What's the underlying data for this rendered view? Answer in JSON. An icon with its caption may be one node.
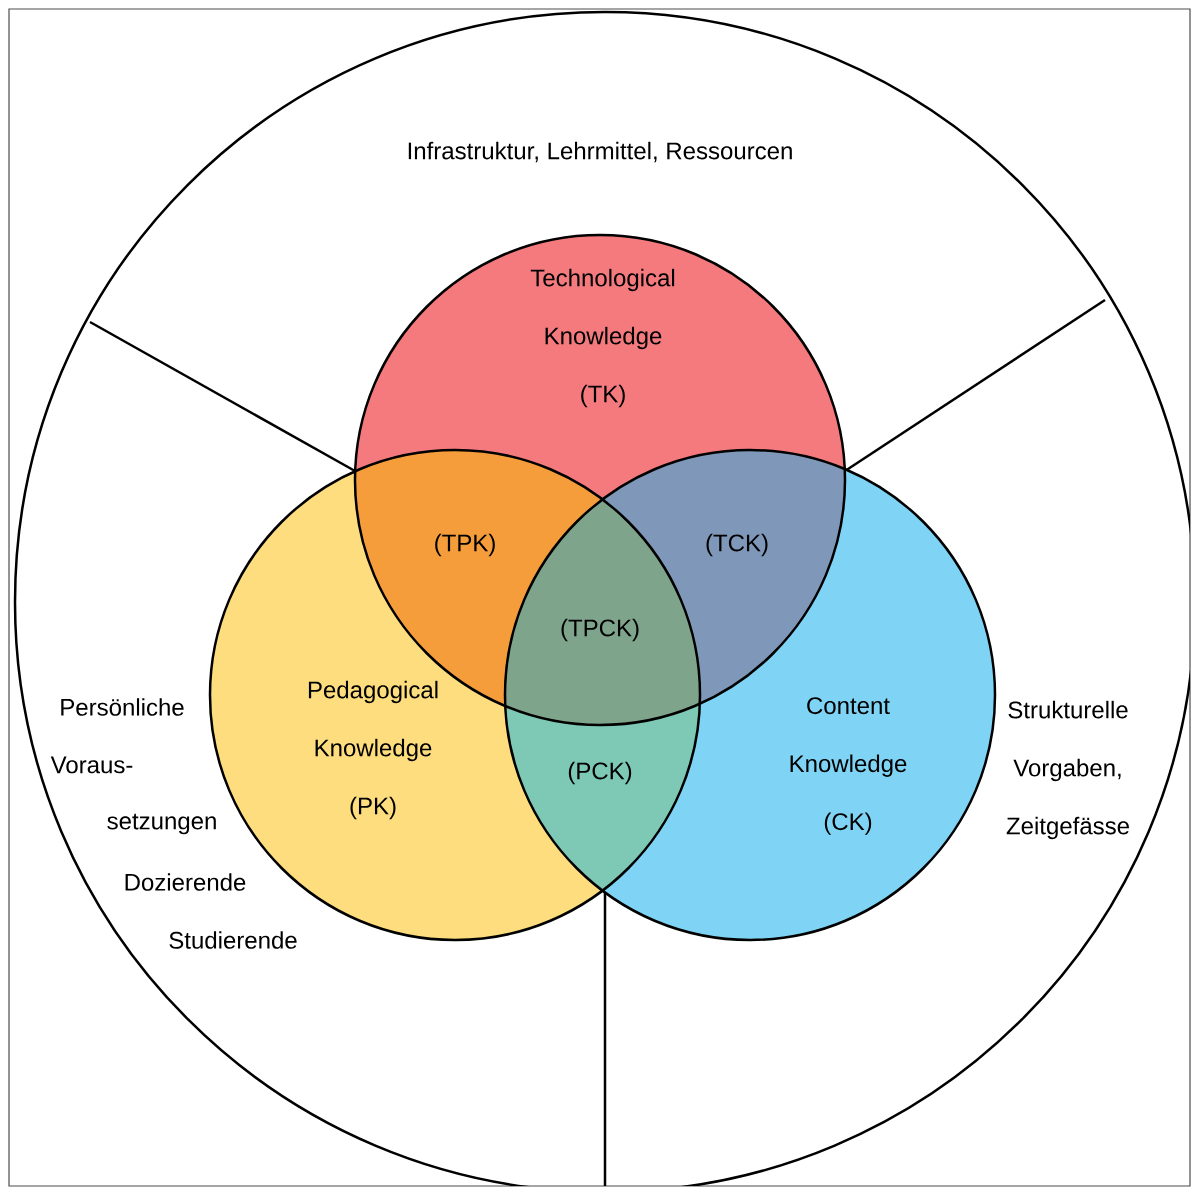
{
  "diagram": {
    "nodes": [
      {
        "text": [
          "Technological Knowledge (TK)"
        ]
      },
      {
        "text": [
          "Pedagogical Knowledge (PK)"
        ]
      },
      {
        "text": [
          "Content Knowledge (CK)"
        ]
      }
    ],
    "labels": [
      "Infrastruktur, Lehrmittel, Ressourcen",
      "(TPK)",
      "(TCK)",
      "(TPCK)",
      "(PCK)",
      "Persönliche",
      "Voraus-",
      "setzungen",
      "Dozierende",
      "Studierende",
      "Strukturelle Vorgaben, Zeitgefässe"
    ]
  }
}
